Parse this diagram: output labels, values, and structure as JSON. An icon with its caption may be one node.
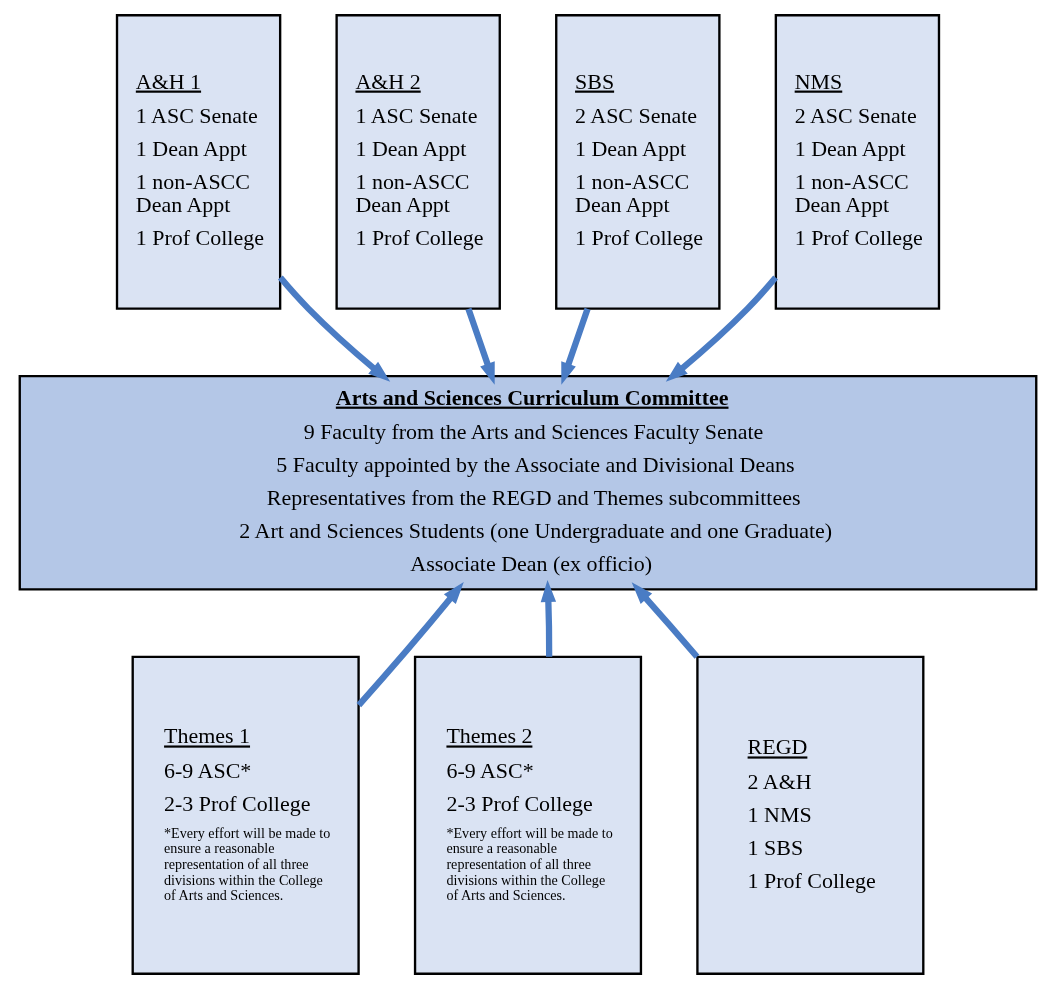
{
  "diagram": {
    "nodes": [
      {
        "text": [
          "A&H 1",
          "1 ASC Senate",
          "1 Dean Appt",
          "1 non-ASCC Dean Appt",
          "1 Prof College"
        ]
      },
      {
        "text": [
          "A&H 2",
          "1 ASC Senate",
          "1 Dean Appt",
          "1 non-ASCC Dean Appt",
          "1 Prof College"
        ]
      },
      {
        "text": [
          "SBS",
          "2 ASC Senate",
          "1 Dean Appt",
          "1 non-ASCC Dean Appt",
          "1 Prof College"
        ]
      },
      {
        "text": [
          "NMS",
          "2 ASC Senate",
          "1 Dean Appt",
          "1 non-ASCC Dean Appt",
          "1 Prof College"
        ]
      },
      {
        "text": [
          "Arts and Sciences Curriculum Committee",
          "9 Faculty from the Arts and Sciences Faculty Senate",
          "5 Faculty appointed by the Associate and Divisional Deans",
          "Representatives from the REGD and Themes subcommittees",
          "2 Art and Sciences Students (one Undergraduate and one Graduate)",
          "Associate Dean (ex officio)"
        ]
      },
      {
        "text": [
          "Themes 1",
          "6-9 ASC*",
          "2-3 Prof College",
          "*Every effort will be made to ensure a reasonable representation of all three divisions within the College of Arts and Sciences."
        ]
      },
      {
        "text": [
          "Themes 2",
          "6-9 ASC*",
          "2-3 Prof College",
          "*Every effort will be made to ensure a reasonable representation of all three divisions within the College of Arts and Sciences."
        ]
      },
      {
        "text": [
          "REGD",
          "2 A&H",
          "1 NMS",
          "1 SBS",
          "1 Prof College"
        ]
      }
    ],
    "edges": [
      {
        "from": 0,
        "to": 4,
        "arrow": "to"
      },
      {
        "from": 1,
        "to": 4,
        "arrow": "to"
      },
      {
        "from": 2,
        "to": 4,
        "arrow": "to"
      },
      {
        "from": 3,
        "to": 4,
        "arrow": "to"
      },
      {
        "from": 5,
        "to": 4,
        "arrow": "to"
      },
      {
        "from": 6,
        "to": 4,
        "arrow": "to"
      },
      {
        "from": 7,
        "to": 4,
        "arrow": "to"
      }
    ]
  }
}
